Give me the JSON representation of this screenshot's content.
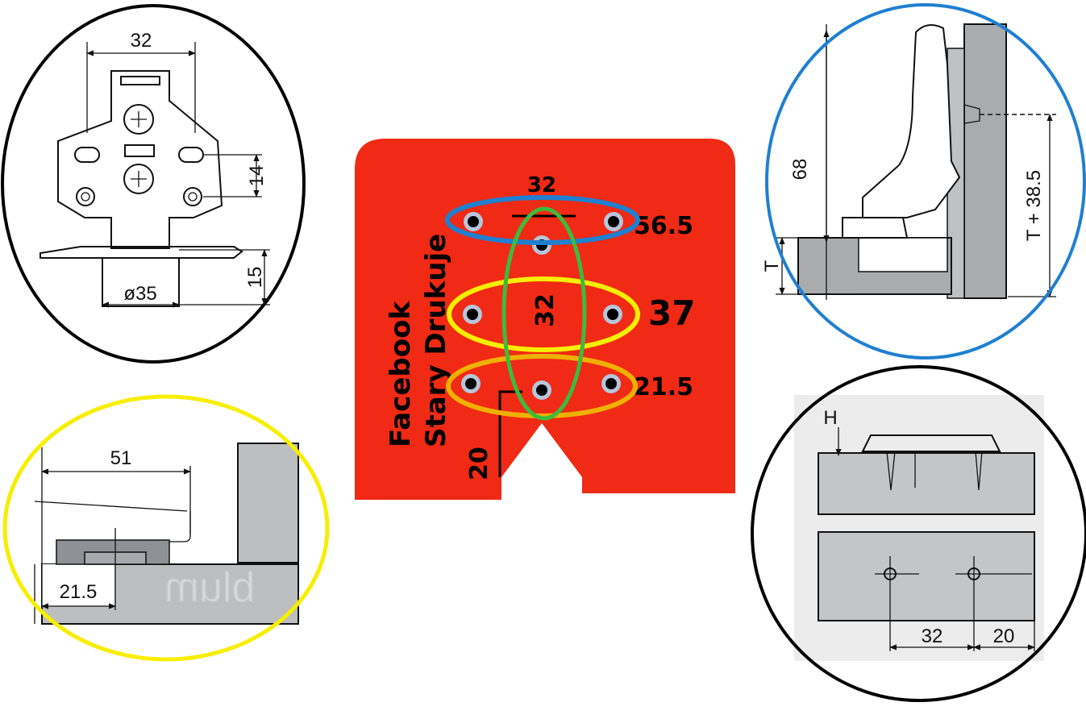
{
  "colors": {
    "plate": "#f02a14",
    "ring_blue": "#1f7fd0",
    "ring_yellow": "#f7ee00",
    "ring_orange": "#f0b000",
    "ring_green": "#3dbb3d",
    "panel_gray": "#b9bbbd"
  },
  "top_left_detail": {
    "width_label": "32",
    "slot_spacing_label": "14",
    "depth_label": "15",
    "cup_diameter_label": "ø35"
  },
  "bottom_left_detail": {
    "overlay_label": "51",
    "offset_label": "21.5",
    "watermark": "blum"
  },
  "top_right_detail": {
    "height_label": "68",
    "thickness_label": "T",
    "formula_label": "T + 38.5"
  },
  "bottom_right_detail": {
    "h_label": "H",
    "spacing_label": "32",
    "edge_label": "20"
  },
  "plate": {
    "top_label": "32",
    "row1_label": "56.5",
    "center_label": "32",
    "row2_label": "37",
    "row3_label": "21.5",
    "edge_label": "20",
    "text_line1": "Facebook",
    "text_line2": "Stary Drukuje"
  }
}
